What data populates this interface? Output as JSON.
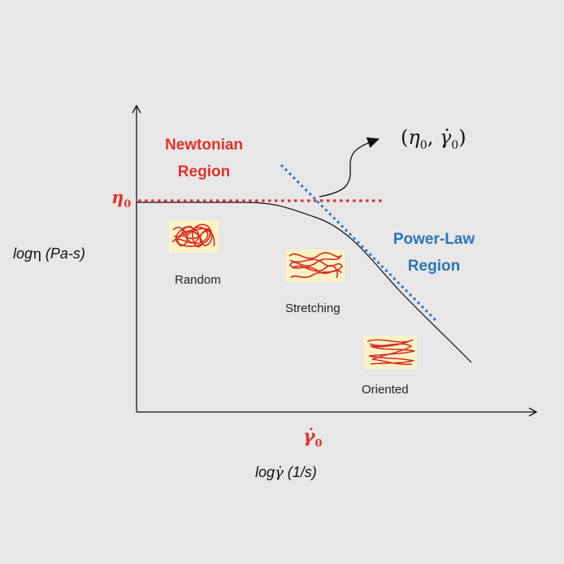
{
  "diagram": {
    "y_axis_label": {
      "prefix": "log",
      "symbol": "η",
      "unit": " (Pa-s)"
    },
    "x_axis_label": {
      "prefix": "log",
      "symbol": "γ̇",
      "unit": " (1/s)"
    },
    "eta0_label": {
      "symbol": "η",
      "sub": "0"
    },
    "gamma0_label": {
      "symbol": "γ̇",
      "sub": "0"
    },
    "point_label": {
      "open": "(",
      "eta": "η",
      "eta_sub": "0",
      "comma": ", ",
      "gamma": "γ̇",
      "gamma_sub": "0",
      "close": ")"
    },
    "newtonian_region": {
      "line1": "Newtonian",
      "line2": "Region"
    },
    "powerlaw_region": {
      "line1": "Power-Law",
      "line2": "Region"
    },
    "states": {
      "random": "Random",
      "stretching": "Stretching",
      "oriented": "Oriented"
    }
  },
  "colors": {
    "newtonian": "#e0322c",
    "power_law": "#2e75b6",
    "polymer_chain": "#d9281f",
    "chain_box": "#fbf3c6",
    "axis": "#111111"
  }
}
